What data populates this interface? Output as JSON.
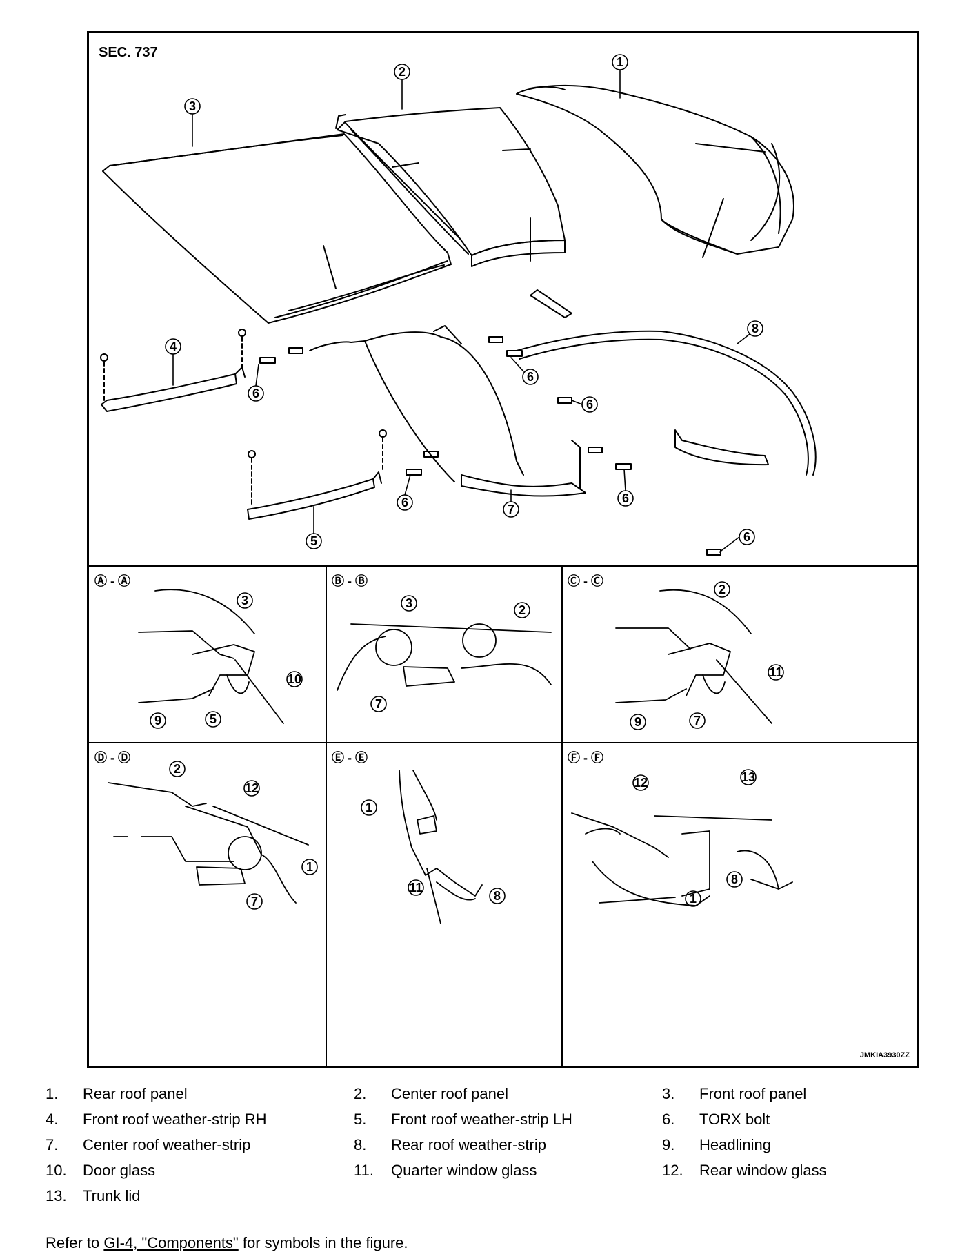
{
  "figure": {
    "section": "SEC. 737",
    "image_code": "JMKIA3930ZZ",
    "section_views": [
      {
        "label": "Ⓐ - Ⓐ"
      },
      {
        "label": "Ⓑ - Ⓑ"
      },
      {
        "label": "Ⓒ - Ⓒ"
      },
      {
        "label": "Ⓓ - Ⓓ"
      },
      {
        "label": "Ⓔ - Ⓔ"
      },
      {
        "label": "Ⓕ - Ⓕ"
      }
    ]
  },
  "legend": [
    {
      "num": "1.",
      "text": "Rear roof panel"
    },
    {
      "num": "2.",
      "text": "Center roof panel"
    },
    {
      "num": "3.",
      "text": "Front roof panel"
    },
    {
      "num": "4.",
      "text": "Front roof weather-strip RH"
    },
    {
      "num": "5.",
      "text": "Front roof weather-strip LH"
    },
    {
      "num": "6.",
      "text": "TORX bolt"
    },
    {
      "num": "7.",
      "text": "Center roof weather-strip"
    },
    {
      "num": "8.",
      "text": "Rear roof weather-strip"
    },
    {
      "num": "9.",
      "text": "Headlining"
    },
    {
      "num": "10.",
      "text": "Door glass"
    },
    {
      "num": "11.",
      "text": "Quarter window glass"
    },
    {
      "num": "12.",
      "text": "Rear window glass"
    },
    {
      "num": "13.",
      "text": "Trunk lid"
    }
  ],
  "reference": {
    "prefix": "Refer to ",
    "link_text": "GI-4, \"Components\"",
    "suffix": " for symbols in the figure."
  }
}
